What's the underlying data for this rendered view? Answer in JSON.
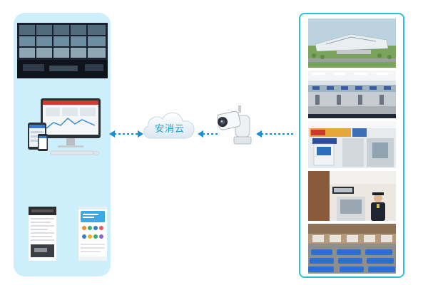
{
  "cloud": {
    "label": "安消云"
  },
  "colors": {
    "panel_bg": "#cdeefb",
    "panel_border": "#2bc2d6",
    "arrow": "#1e8fd0",
    "cloud_text": "#1a9fd1"
  },
  "icons": {
    "camera": "ptz-security-camera-icon",
    "cloud": "cloud-icon"
  },
  "right_photos": [
    "airport-terminal-aerial-photo",
    "airport-checkin-hall-photo",
    "self-service-kiosk-photo",
    "security-guard-entrance-photo",
    "waiting-hall-seats-photo"
  ]
}
